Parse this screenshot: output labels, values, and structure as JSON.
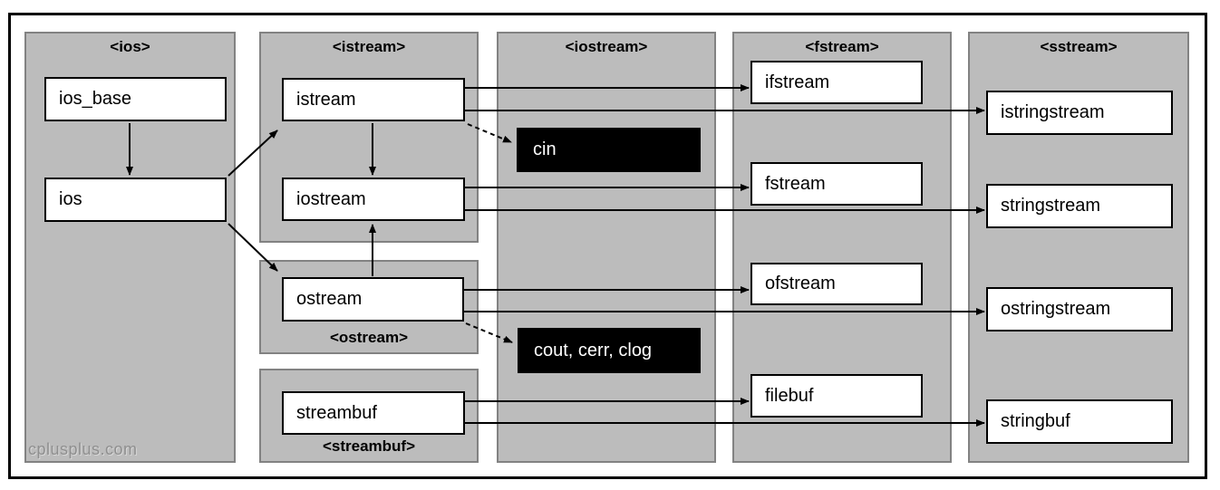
{
  "diagram": {
    "watermark": "cplusplus.com",
    "headers": {
      "ios": "<ios>",
      "istream": "<istream>",
      "iostream": "<iostream>",
      "fstream": "<fstream>",
      "sstream": "<sstream>",
      "ostream": "<ostream>",
      "streambuf": "<streambuf>"
    },
    "classes": {
      "ios_base": "ios_base",
      "ios": "ios",
      "istream": "istream",
      "iostream": "iostream",
      "ostream": "ostream",
      "streambuf": "streambuf",
      "ifstream": "ifstream",
      "fstream": "fstream",
      "ofstream": "ofstream",
      "filebuf": "filebuf",
      "istringstream": "istringstream",
      "stringstream": "stringstream",
      "ostringstream": "ostringstream",
      "stringbuf": "stringbuf"
    },
    "objects": {
      "cin": "cin",
      "cout_cerr_clog": "cout, cerr, clog"
    },
    "colors": {
      "panel_fill": "#bcbcbc",
      "panel_border": "#828282",
      "frame_border": "#000000",
      "node_fill": "#ffffff",
      "node_border": "#000000",
      "object_fill": "#000000",
      "object_text": "#ffffff",
      "watermark_text": "#8f8f8f"
    },
    "edges": [
      {
        "from": "ios_base",
        "to": "ios",
        "style": "solid"
      },
      {
        "from": "ios",
        "to": "istream",
        "style": "solid"
      },
      {
        "from": "ios",
        "to": "ostream",
        "style": "solid"
      },
      {
        "from": "istream",
        "to": "iostream",
        "style": "solid"
      },
      {
        "from": "ostream",
        "to": "iostream",
        "style": "solid"
      },
      {
        "from": "istream",
        "to": "ifstream",
        "style": "solid"
      },
      {
        "from": "istream",
        "to": "istringstream",
        "style": "solid"
      },
      {
        "from": "istream",
        "to": "cin",
        "style": "dashed"
      },
      {
        "from": "iostream",
        "to": "fstream",
        "style": "solid"
      },
      {
        "from": "iostream",
        "to": "stringstream",
        "style": "solid"
      },
      {
        "from": "ostream",
        "to": "ofstream",
        "style": "solid"
      },
      {
        "from": "ostream",
        "to": "ostringstream",
        "style": "solid"
      },
      {
        "from": "ostream",
        "to": "cout_cerr_clog",
        "style": "dashed"
      },
      {
        "from": "streambuf",
        "to": "filebuf",
        "style": "solid"
      },
      {
        "from": "streambuf",
        "to": "stringbuf",
        "style": "solid"
      }
    ]
  }
}
